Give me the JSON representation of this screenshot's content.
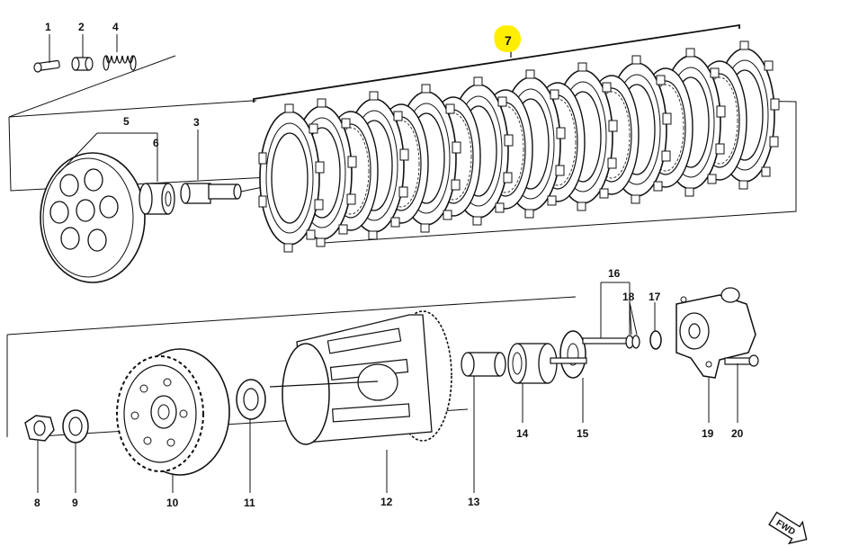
{
  "diagram": {
    "callouts": [
      "1",
      "2",
      "3",
      "4",
      "5",
      "6",
      "7",
      "8",
      "9",
      "10",
      "11",
      "12",
      "13",
      "14",
      "15",
      "16",
      "17",
      "18",
      "19",
      "20"
    ],
    "highlight_callout": "7",
    "highlight_color": "#ffee00",
    "fwd_label": "FWD"
  }
}
